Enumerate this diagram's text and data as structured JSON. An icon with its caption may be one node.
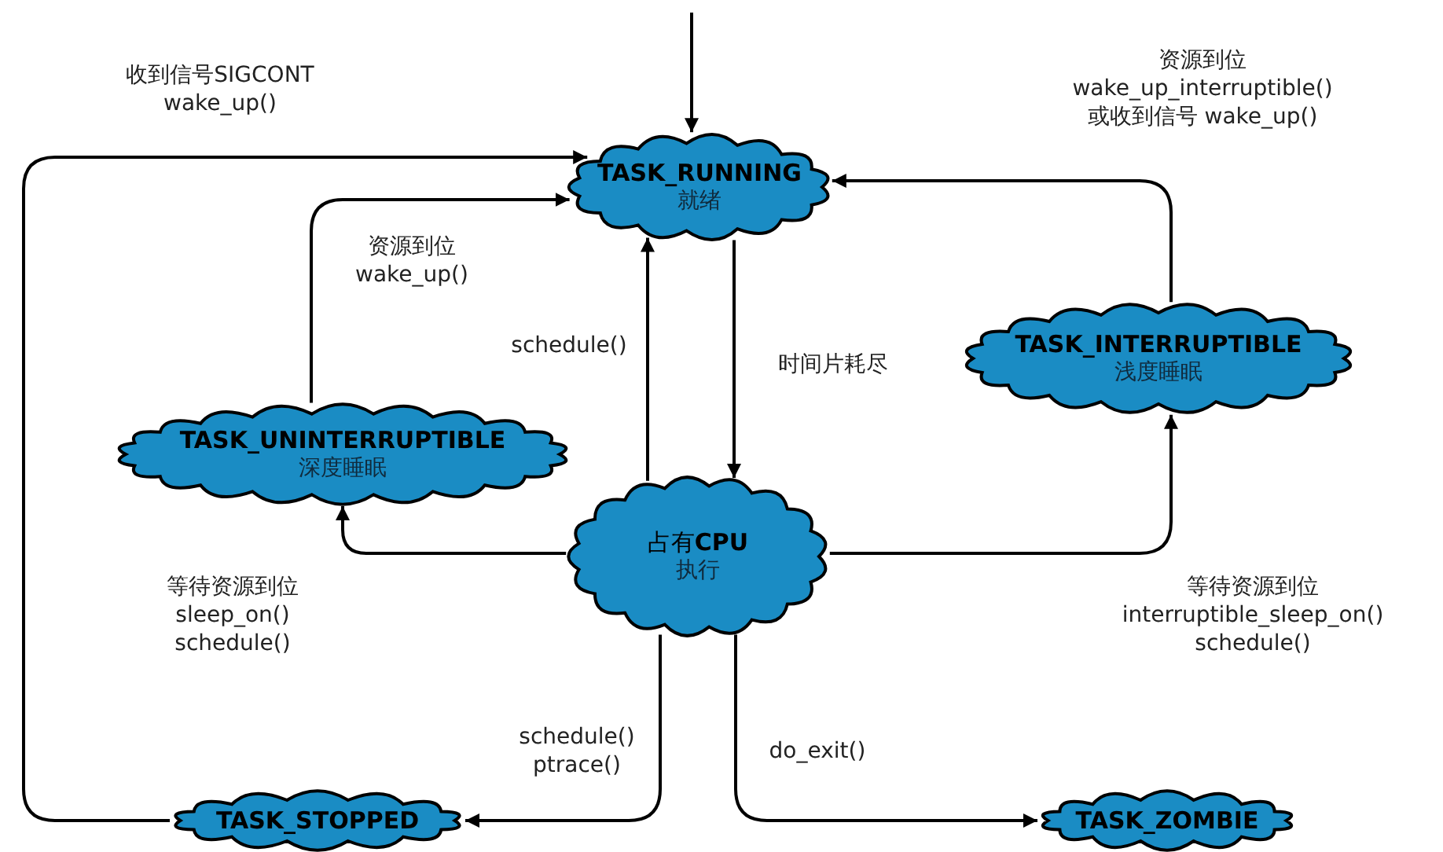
{
  "diagram": {
    "nodes": [
      {
        "text": [
          "TASK_RUNNING",
          "就绪"
        ]
      },
      {
        "text": [
          "TASK_INTERRUPTIBLE",
          "浅度睡眠"
        ]
      },
      {
        "text": [
          "TASK_UNINTERRUPTIBLE",
          "深度睡眠"
        ]
      },
      {
        "text": [
          "占有**CPU**",
          "执行"
        ]
      },
      {
        "text": [
          "TASK_STOPPED"
        ]
      },
      {
        "text": [
          "TASK_ZOMBIE"
        ]
      }
    ],
    "edges": [
      {
        "from": null,
        "to": 0,
        "arrow": "to"
      },
      {
        "from": 4,
        "to": 0,
        "arrow": "to",
        "label": "收到信号SIGCONT wake_up()"
      },
      {
        "from": 2,
        "to": 0,
        "arrow": "to",
        "label": "资源到位 wake_up()"
      },
      {
        "from": 3,
        "to": 0,
        "arrow": "to",
        "label": "schedule()"
      },
      {
        "from": 0,
        "to": 3,
        "arrow": "to",
        "label": "时间片耗尽"
      },
      {
        "from": 1,
        "to": 0,
        "arrow": "to",
        "label": "资源到位 wake_up_interruptible() 或收到信号 wake_up()"
      },
      {
        "from": 3,
        "to": 2,
        "arrow": "to",
        "label": "等待资源到位 sleep_on() schedule()"
      },
      {
        "from": 3,
        "to": 1,
        "arrow": "to",
        "label": "等待资源到位 interruptible_sleep_on() schedule()"
      },
      {
        "from": 3,
        "to": 4,
        "arrow": "to",
        "label": "schedule() ptrace()"
      },
      {
        "from": 3,
        "to": 5,
        "arrow": "to",
        "label": "do_exit()"
      }
    ]
  }
}
